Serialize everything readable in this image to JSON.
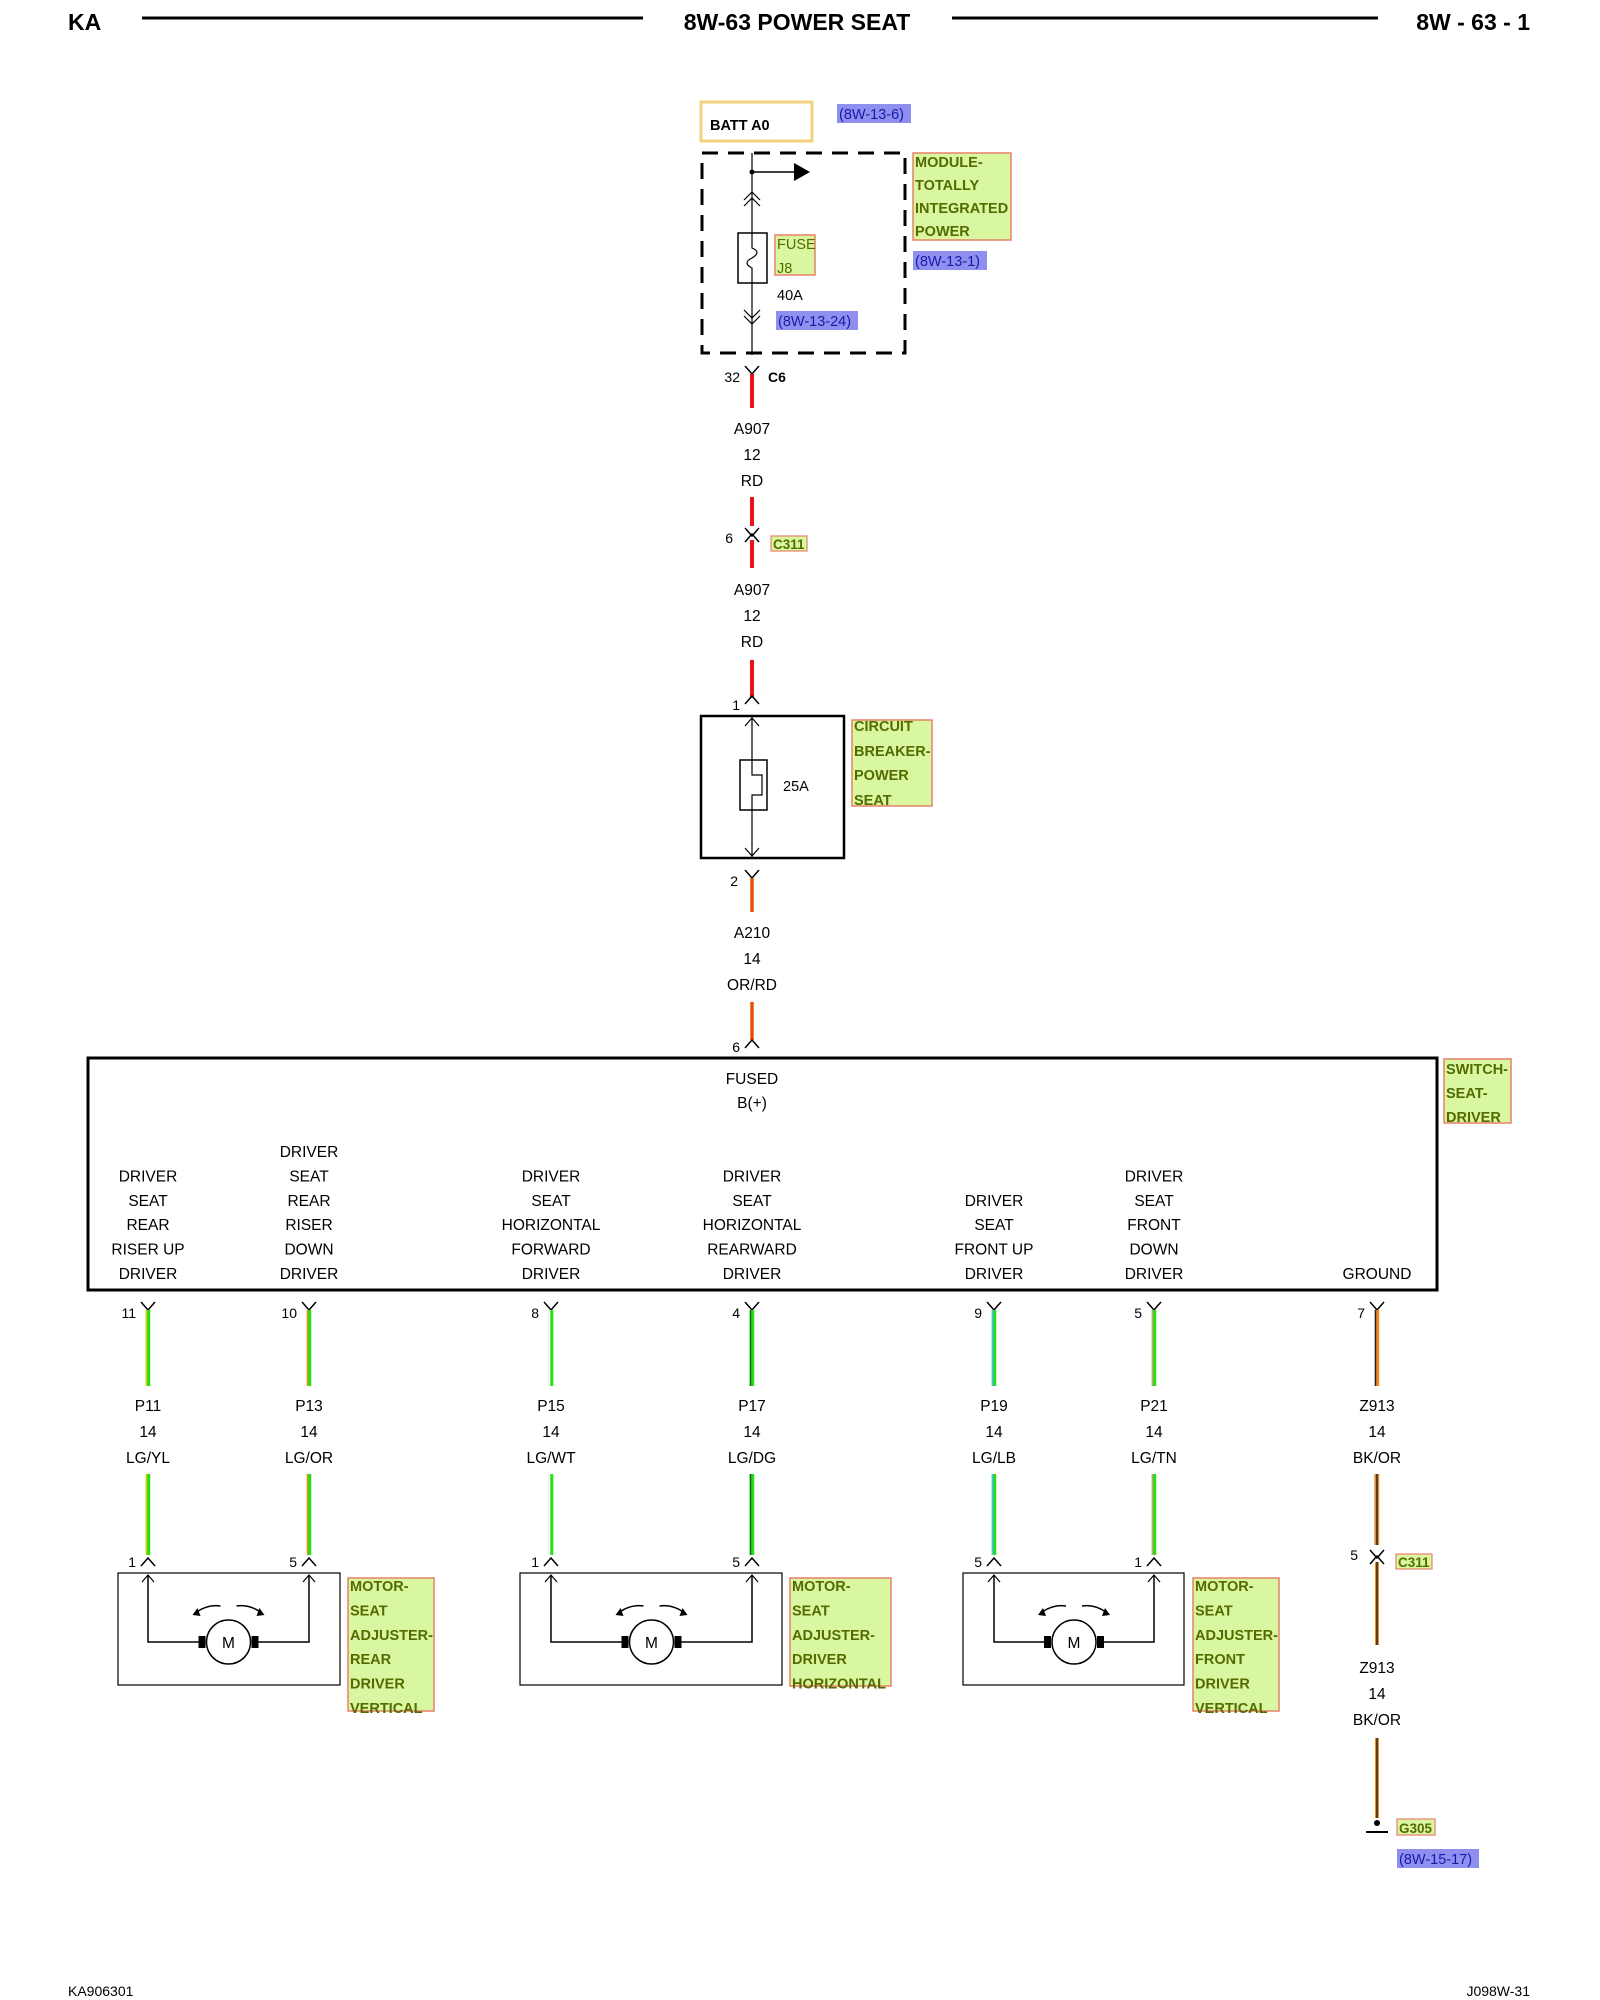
{
  "header": {
    "left": "KA",
    "center": "8W-63 POWER SEAT",
    "right": "8W - 63 - 1"
  },
  "footer": {
    "left": "KA906301",
    "right": "J098W-31"
  },
  "colors": {
    "rd": "#e8141c",
    "orange": "#f28b1e",
    "green": "#22e014",
    "dark": "#222222",
    "highlight": "#d9f7a0",
    "highlightBorder": "#e8806a",
    "refFill": "#8f8ff0",
    "battBorder": "#f2d27a"
  },
  "batt": {
    "label": "BATT A0",
    "ref": "(8W-13-6)"
  },
  "tipm": {
    "name": [
      "MODULE-",
      "TOTALLY",
      "INTEGRATED",
      "POWER"
    ],
    "ref": "(8W-13-1)",
    "fuse": {
      "name": [
        "FUSE",
        "J8"
      ],
      "rating": "40A",
      "ref": "(8W-13-24)"
    },
    "connector": "C6",
    "pin": "32"
  },
  "wire_a907_1": {
    "circuit": "A907",
    "gauge": "12",
    "color": "RD"
  },
  "inline_c311_top": {
    "name": "C311",
    "pin": "6"
  },
  "wire_a907_2": {
    "circuit": "A907",
    "gauge": "12",
    "color": "RD"
  },
  "breaker": {
    "name": [
      "CIRCUIT",
      "BREAKER-",
      "POWER",
      "SEAT"
    ],
    "rating": "25A",
    "pin_in": "1",
    "pin_out": "2"
  },
  "wire_a210": {
    "circuit": "A210",
    "gauge": "14",
    "color": "OR/RD"
  },
  "switch": {
    "name": [
      "SWITCH-",
      "SEAT-",
      "DRIVER"
    ],
    "fused_pin": "6",
    "fused_label": [
      "FUSED",
      "B(+)"
    ],
    "outputs": [
      {
        "pin": "11",
        "label": [
          "DRIVER",
          "SEAT",
          "REAR",
          "RISER UP",
          "DRIVER"
        ],
        "circuit": "P11",
        "gauge": "14",
        "color": "LG/YL"
      },
      {
        "pin": "10",
        "label": [
          "DRIVER",
          "SEAT",
          "REAR",
          "RISER",
          "DOWN",
          "DRIVER"
        ],
        "circuit": "P13",
        "gauge": "14",
        "color": "LG/OR"
      },
      {
        "pin": "8",
        "label": [
          "DRIVER",
          "SEAT",
          "HORIZONTAL",
          "FORWARD",
          "DRIVER"
        ],
        "circuit": "P15",
        "gauge": "14",
        "color": "LG/WT"
      },
      {
        "pin": "4",
        "label": [
          "DRIVER",
          "SEAT",
          "HORIZONTAL",
          "REARWARD",
          "DRIVER"
        ],
        "circuit": "P17",
        "gauge": "14",
        "color": "LG/DG"
      },
      {
        "pin": "9",
        "label": [
          "DRIVER",
          "SEAT",
          "FRONT UP",
          "DRIVER"
        ],
        "circuit": "P19",
        "gauge": "14",
        "color": "LG/LB"
      },
      {
        "pin": "5",
        "label": [
          "DRIVER",
          "SEAT",
          "FRONT",
          "DOWN",
          "DRIVER"
        ],
        "circuit": "P21",
        "gauge": "14",
        "color": "LG/TN"
      },
      {
        "pin": "7",
        "label": [
          "GROUND"
        ],
        "circuit": "Z913",
        "gauge": "14",
        "color": "BK/OR"
      }
    ]
  },
  "motors": [
    {
      "name": [
        "MOTOR-",
        "SEAT",
        "ADJUSTER-",
        "REAR",
        "DRIVER",
        "VERTICAL"
      ],
      "pin_left": "1",
      "pin_right": "5",
      "symbol": "M"
    },
    {
      "name": [
        "MOTOR-",
        "SEAT",
        "ADJUSTER-",
        "DRIVER",
        "HORIZONTAL"
      ],
      "pin_left": "1",
      "pin_right": "5",
      "symbol": "M"
    },
    {
      "name": [
        "MOTOR-",
        "SEAT",
        "ADJUSTER-",
        "FRONT",
        "DRIVER",
        "VERTICAL"
      ],
      "pin_left": "5",
      "pin_right": "1",
      "symbol": "M"
    }
  ],
  "ground_c311": {
    "name": "C311",
    "pin": "5"
  },
  "wire_z913_2": {
    "circuit": "Z913",
    "gauge": "14",
    "color": "BK/OR"
  },
  "ground": {
    "name": "G305",
    "ref": "(8W-15-17)"
  }
}
